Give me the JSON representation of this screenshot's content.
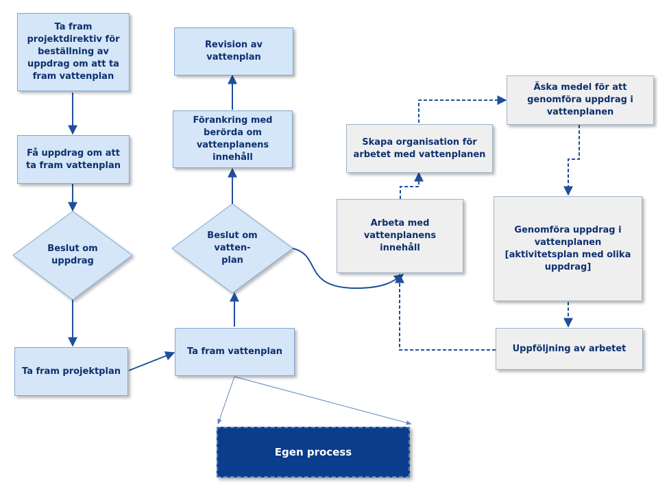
{
  "nodes": {
    "projektdirektiv": "Ta fram projektdirektiv för beställning av uppdrag om att ta fram vattenplan",
    "fa_uppdrag": "Få uppdrag om att ta fram vattenplan",
    "beslut_uppdrag": "Beslut om\nuppdrag",
    "projektplan": "Ta fram projektplan",
    "revision": "Revision av vattenplan",
    "forankring": "Förankring med berörda om vattenplanens innehåll",
    "beslut_vattenplan": "Beslut om\nvatten-\nplan",
    "ta_fram_vattenplan": "Ta fram vattenplan",
    "egen_process": "Egen process",
    "skapa_organisation": "Skapa organisation för arbetet med vattenplanen",
    "aska_medel": "Äska medel för att genomföra uppdrag i vattenplanen",
    "arbeta_med": "Arbeta med vattenplanens innehåll",
    "genomfora": "Genomföra uppdrag i vattenplanen [aktivitetsplan med olika uppdrag]",
    "uppfoljning": "Uppföljning av arbetet"
  },
  "colors": {
    "box_fill": "#d4e6f7",
    "box_fill_gray": "#efefef",
    "arrow": "#1f4e9c",
    "egen_process_fill": "#0a3d8c",
    "text": "#0d2f6e"
  }
}
